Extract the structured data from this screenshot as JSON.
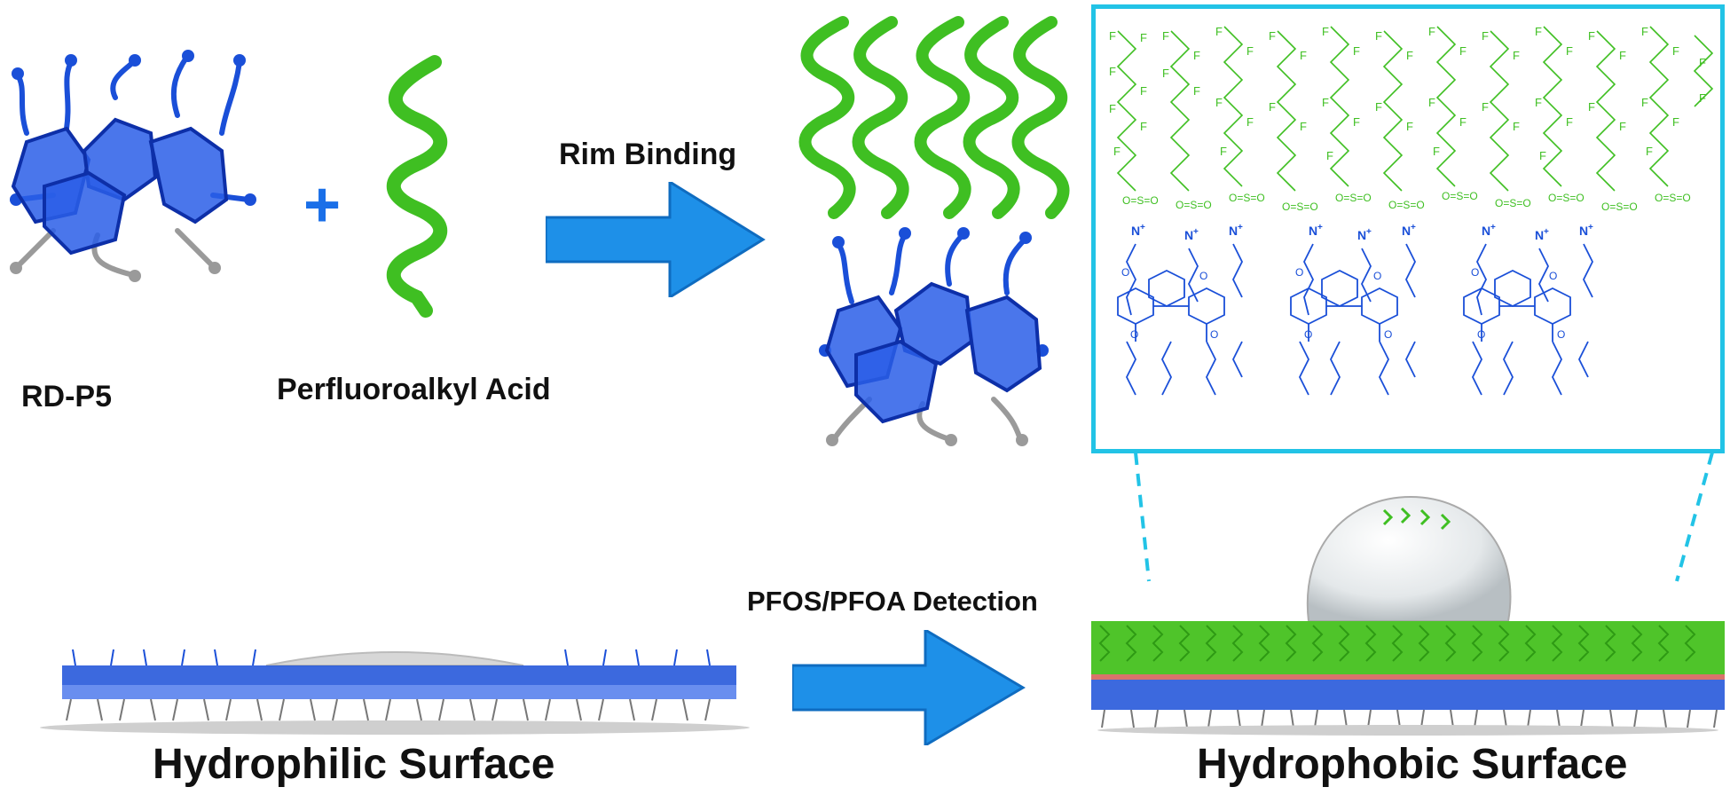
{
  "labels": {
    "rd_p5": "RD-P5",
    "perfluoroalkyl_acid": "Perfluoroalkyl Acid",
    "rim_binding": "Rim Binding",
    "detection": "PFOS/PFOA Detection",
    "hydrophilic": "Hydrophilic Surface",
    "hydrophobic": "Hydrophobic Surface",
    "plus": "+"
  },
  "chemistry": {
    "fluorine": "F",
    "sulfonate": "O=S=O",
    "oxygen": "O",
    "ammonium": "N",
    "charge": "+"
  },
  "colors": {
    "macrocycle_blue": "#1a4fd8",
    "chain_green": "#3fbf22",
    "arrow_blue": "#1e90e8",
    "frame_cyan": "#22c3e6",
    "tail_gray": "#9a9a9a"
  },
  "icons": [
    "macrocycle-icon",
    "helix-icon",
    "arrow-icon",
    "droplet-icon"
  ]
}
